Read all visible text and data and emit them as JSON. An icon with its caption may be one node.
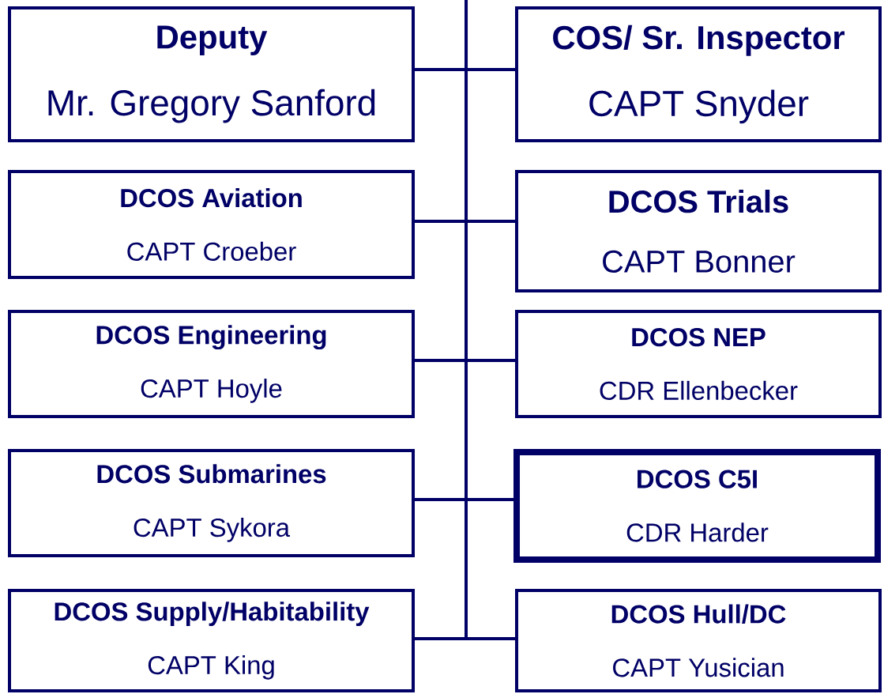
{
  "diagram": {
    "nodes": [
      {
        "text": [
          "Deputy",
          "Mr. Gregory Sanford"
        ]
      },
      {
        "text": [
          "COS/ Sr. Inspector",
          "CAPT Snyder"
        ]
      },
      {
        "text": [
          "DCOS Aviation",
          "CAPT Croeber"
        ]
      },
      {
        "text": [
          "DCOS Trials",
          "CAPT Bonner"
        ]
      },
      {
        "text": [
          "DCOS Engineering",
          "CAPT Hoyle"
        ]
      },
      {
        "text": [
          "DCOS NEP",
          "CDR Ellenbecker"
        ]
      },
      {
        "text": [
          "DCOS Submarines",
          "CAPT Sykora"
        ]
      },
      {
        "text": [
          "DCOS C5I",
          "CDR Harder"
        ]
      },
      {
        "text": [
          "DCOS Supply/Habitability",
          "CAPT King"
        ]
      },
      {
        "text": [
          "DCOS Hull/DC",
          "CAPT Yusician"
        ]
      }
    ],
    "edges": [
      {
        "from": null,
        "to": 0,
        "arrow": "none"
      },
      {
        "from": null,
        "to": 1,
        "arrow": "none"
      },
      {
        "from": null,
        "to": 2,
        "arrow": "none"
      },
      {
        "from": null,
        "to": 3,
        "arrow": "none"
      },
      {
        "from": null,
        "to": 4,
        "arrow": "none"
      },
      {
        "from": null,
        "to": 5,
        "arrow": "none"
      },
      {
        "from": null,
        "to": 6,
        "arrow": "none"
      },
      {
        "from": null,
        "to": 7,
        "arrow": "none"
      },
      {
        "from": null,
        "to": 8,
        "arrow": "none"
      },
      {
        "from": null,
        "to": 9,
        "arrow": "none"
      }
    ]
  }
}
